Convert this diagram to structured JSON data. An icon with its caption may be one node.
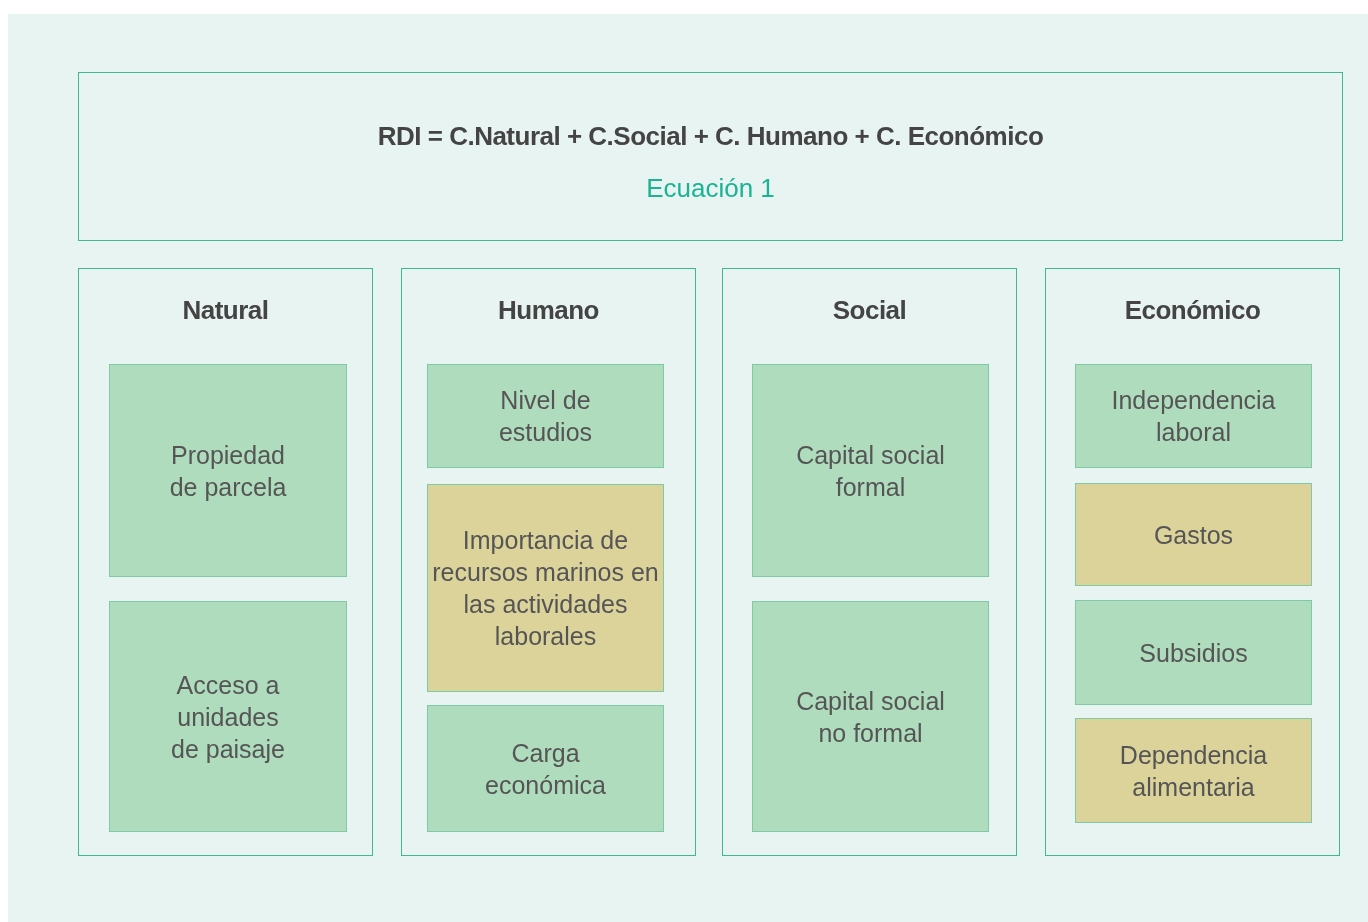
{
  "diagram": {
    "nodes": [
      {
        "text": [
          "RDI = C.Natural + C.Social + C. Humano + C. Económico",
          "Ecuación 1"
        ]
      },
      {
        "text": [
          "Natural"
        ]
      },
      {
        "text": [
          "Propiedad de parcela"
        ],
        "in": 1
      },
      {
        "text": [
          "Acceso a unidades de paisaje"
        ],
        "in": 1
      },
      {
        "text": [
          "Humano"
        ]
      },
      {
        "text": [
          "Nivel de estudios"
        ],
        "in": 4
      },
      {
        "text": [
          "Importancia de recursos marinos en las actividades laborales"
        ],
        "in": 4
      },
      {
        "text": [
          "Carga económica"
        ],
        "in": 4
      },
      {
        "text": [
          "Social"
        ]
      },
      {
        "text": [
          "Capital social formal"
        ],
        "in": 8
      },
      {
        "text": [
          "Capital social no formal"
        ],
        "in": 8
      },
      {
        "text": [
          "Económico"
        ]
      },
      {
        "text": [
          "Independencia laboral"
        ],
        "in": 11
      },
      {
        "text": [
          "Gastos"
        ],
        "in": 11
      },
      {
        "text": [
          "Subsidios"
        ],
        "in": 11
      },
      {
        "text": [
          "Dependencia alimentaria"
        ],
        "in": 11
      }
    ]
  }
}
